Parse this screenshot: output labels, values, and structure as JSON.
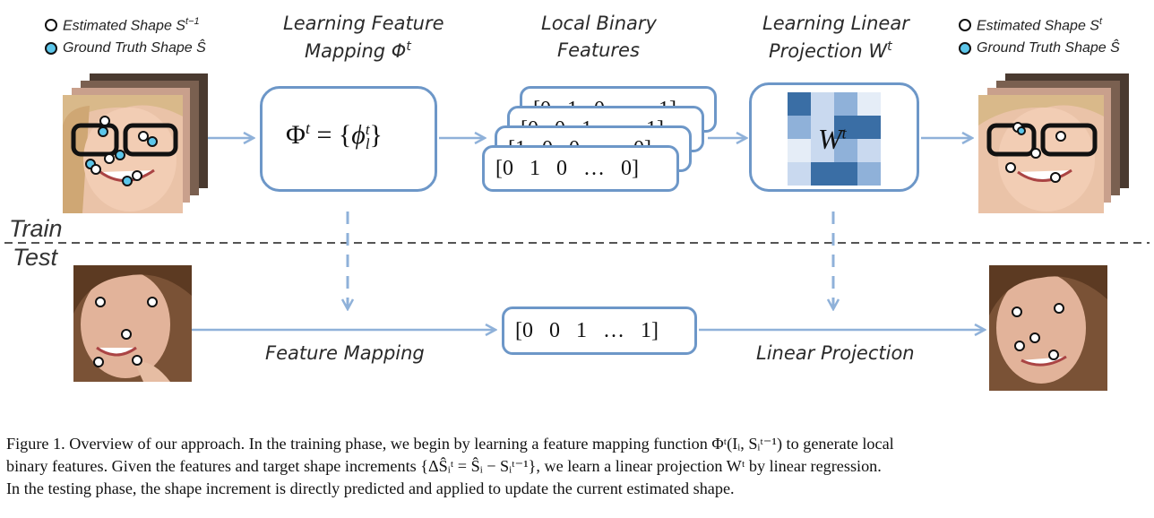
{
  "legend_left": {
    "estimated": "Estimated Shape S",
    "estimated_sup": "t−1",
    "ground_truth": "Ground Truth Shape Ŝ"
  },
  "legend_right": {
    "estimated": "Estimated Shape S",
    "estimated_sup": "t",
    "ground_truth": "Ground Truth Shape Ŝ"
  },
  "headers": {
    "learning_feature_mapping_line1": "Learning Feature",
    "learning_feature_mapping_line2": "Mapping Φ",
    "learning_feature_mapping_sup": "t",
    "local_binary_line1": "Local Binary",
    "local_binary_line2": "Features",
    "learning_linear_line1": "Learning Linear",
    "learning_linear_line2": "Projection W",
    "learning_linear_sup": "t"
  },
  "phase_labels": {
    "train": "Train",
    "test": "Test"
  },
  "mapping_formula": {
    "lhs": "Φ",
    "lhs_sup": "t",
    "eq": " = {",
    "phi": "ϕ",
    "phi_sup": "t",
    "phi_sub": "l",
    "close": "}"
  },
  "weight_label": {
    "text": "W",
    "sup": "t"
  },
  "feature_vectors_train": [
    "[0   1   0   …   1]",
    "[0   0   1   …   1]",
    "[1   0   0   …   0]",
    "[0   1   0   …   0]"
  ],
  "feature_vector_test": "[0   0   1   …   1]",
  "bottom_labels": {
    "feature_mapping": "Feature Mapping",
    "linear_projection": "Linear Projection"
  },
  "colors": {
    "accent_blue": "#6d97c8",
    "ground_truth_dot": "#5cc6ea",
    "weight_dark": "#3a6ea5",
    "weight_mid": "#8fb1d9",
    "weight_light": "#c9d9ef",
    "weight_pale": "#e5edf7"
  },
  "weight_matrix_levels": [
    [
      3,
      1,
      2,
      0
    ],
    [
      2,
      1,
      3,
      3
    ],
    [
      0,
      1,
      2,
      1
    ],
    [
      1,
      3,
      3,
      2
    ]
  ],
  "caption": {
    "line1": "Figure 1. Overview of our approach. In the training phase, we begin by learning a feature mapping function Φᵗ(Iᵢ, Sᵢᵗ⁻¹) to generate local",
    "line2": "binary features. Given the features and target shape increments {ΔŜᵢᵗ = Ŝᵢ − Sᵢᵗ⁻¹}, we learn a linear projection Wᵗ by linear regression.",
    "line3": "In the testing phase, the shape increment is directly predicted and applied to update the current estimated shape."
  }
}
